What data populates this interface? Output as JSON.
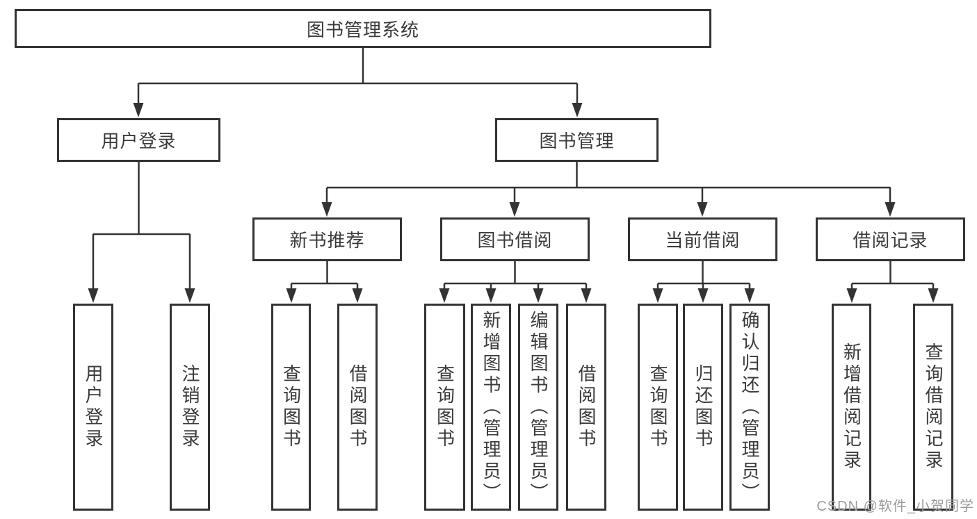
{
  "diagram": {
    "root": {
      "label": "图书管理系统"
    },
    "level2": [
      {
        "label": "用户登录"
      },
      {
        "label": "图书管理"
      }
    ],
    "level3": [
      {
        "label": "新书推荐"
      },
      {
        "label": "图书借阅"
      },
      {
        "label": "当前借阅"
      },
      {
        "label": "借阅记录"
      }
    ],
    "leaves": {
      "user_login": [
        "用户登录",
        "注销登录"
      ],
      "new_book_rec": [
        "查询图书",
        "借阅图书"
      ],
      "book_borrow": [
        "查询图书",
        "新增图书（管理员）",
        "编辑图书（管理员）",
        "借阅图书"
      ],
      "current_borrow": [
        "查询图书",
        "归还图书",
        "确认归还（管理员）"
      ],
      "borrow_record": [
        "新增借阅记录",
        "查询借阅记录"
      ]
    }
  },
  "watermark": {
    "text": "CSDN @软件_小贺同学"
  },
  "colors": {
    "line": "#333333",
    "node_border": "#333333",
    "text": "#3a3a3a",
    "watermark": "#9c9c9c",
    "background": "#ffffff"
  }
}
